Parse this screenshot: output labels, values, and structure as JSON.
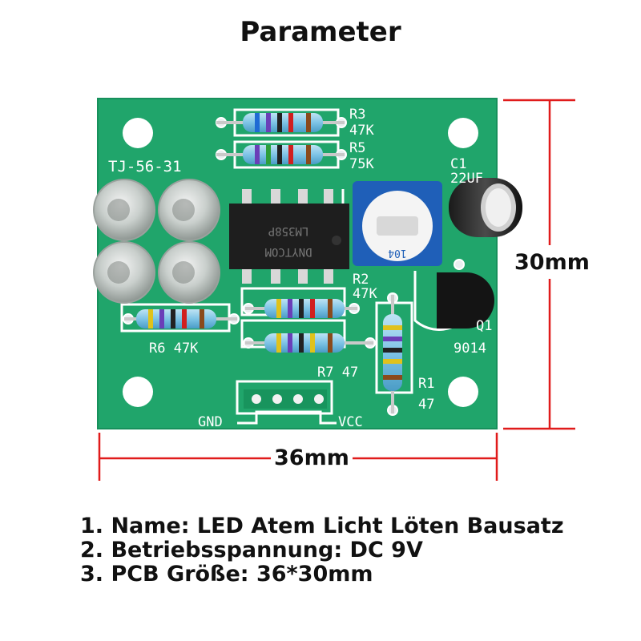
{
  "title": "Parameter",
  "dimensions": {
    "height": "30mm",
    "width": "36mm"
  },
  "board": {
    "model": "TJ-56-31",
    "r3": "R3",
    "r3_value": "47K",
    "r5": "R5",
    "r5_value": "75K",
    "c1": "C1",
    "c1_value": "22UF",
    "r2": "R2",
    "r2_value": "47K",
    "r6": "R6 47K",
    "r7": "R7 47",
    "r1": "R1",
    "r1_value": "47",
    "q1": "Q1",
    "q1_value": "9014",
    "gnd": "GND",
    "vcc": "VCC",
    "ic_line1": "LM358P",
    "ic_line2": "DNYTCOM",
    "pot_code": "104"
  },
  "specs": [
    "1. Name: LED Atem Licht Löten Bausatz",
    "2. Betriebsspannung: DC 9V",
    "3. PCB Größe: 36*30mm"
  ],
  "colors": {
    "pcb": "#20a56b",
    "dimension_line": "#e01b1b",
    "pot": "#1f5fb8"
  }
}
